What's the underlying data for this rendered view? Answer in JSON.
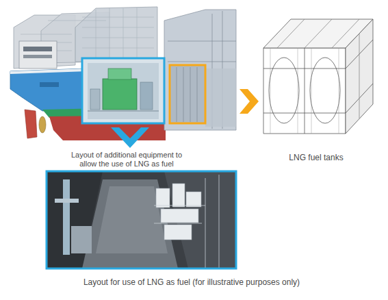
{
  "diagram": {
    "caption": "Layout for use of LNG as fuel (for illustrative purposes only)",
    "labels": [
      "Layout of additional equipment to allow the use of LNG as fuel",
      "LNG fuel tanks"
    ]
  }
}
